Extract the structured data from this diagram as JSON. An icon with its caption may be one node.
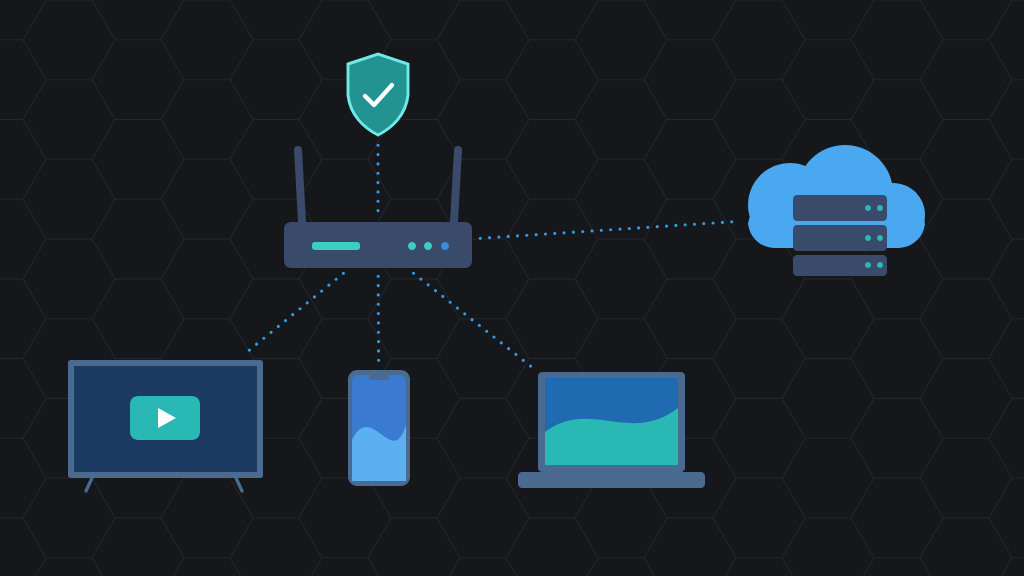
{
  "diagram": {
    "nodes": [
      {
        "text": [],
        "shape": "picture"
      },
      {
        "text": [],
        "shape": "picture"
      },
      {
        "text": [],
        "shape": "picture"
      },
      {
        "text": [],
        "shape": "picture"
      },
      {
        "text": [],
        "shape": "picture"
      },
      {
        "text": [],
        "shape": "picture"
      }
    ],
    "edges": [
      {
        "from": 0,
        "to": 1,
        "arrow": "none"
      },
      {
        "from": 1,
        "to": 2,
        "arrow": "none"
      },
      {
        "from": 1,
        "to": 3,
        "arrow": "none"
      },
      {
        "from": 1,
        "to": 4,
        "arrow": "none"
      },
      {
        "from": 1,
        "to": 5,
        "arrow": "none"
      }
    ]
  }
}
